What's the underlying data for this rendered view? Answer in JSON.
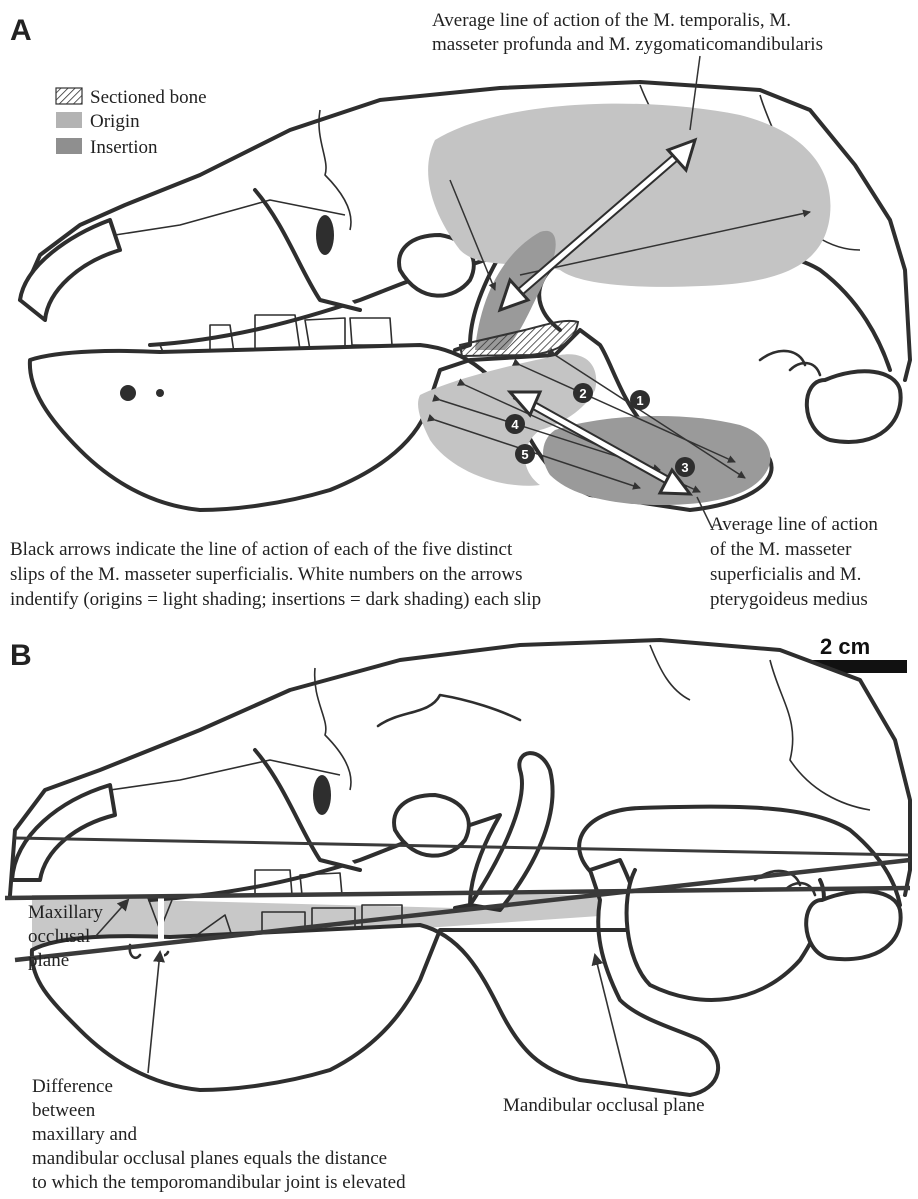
{
  "panel_a": {
    "letter": "A",
    "legend": {
      "sectioned_bone": "Sectioned bone",
      "origin": "Origin",
      "insertion": "Insertion"
    },
    "top_label_line1": "Average line of action of the M. temporalis, M.",
    "top_label_line2": "masseter profunda and M. zygomaticomandibularis",
    "caption_line1": "Black arrows indicate the line of action of each of the five distinct",
    "caption_line2": "slips of the M. masseter superficialis. White numbers on the arrows",
    "caption_line3": "indentify (origins = light shading; insertions = dark shading) each slip",
    "right_label_line1": "Average line of action",
    "right_label_line2": "of the M. masseter",
    "right_label_line3": "superficialis and M.",
    "right_label_line4": "pterygoideus medius",
    "slip_numbers": [
      "1",
      "2",
      "3",
      "4",
      "5"
    ]
  },
  "panel_b": {
    "letter": "B",
    "scale_bar": "2 cm",
    "maxillary_line1": "Maxillary",
    "maxillary_line2": "occlusal",
    "maxillary_line3": "plane",
    "mandibular_label": "Mandibular occlusal plane",
    "difference_line1": "Difference",
    "difference_line2": "between",
    "difference_line3": "maxillary and",
    "difference_line4": "mandibular occlusal planes equals the distance",
    "difference_line5": "to which the temporomandibular joint is elevated"
  },
  "colors": {
    "outline": "#2e2e2e",
    "origin": "#c4c4c4",
    "insertion": "#9a9a9a",
    "plane_band": "#c8c8c8"
  }
}
